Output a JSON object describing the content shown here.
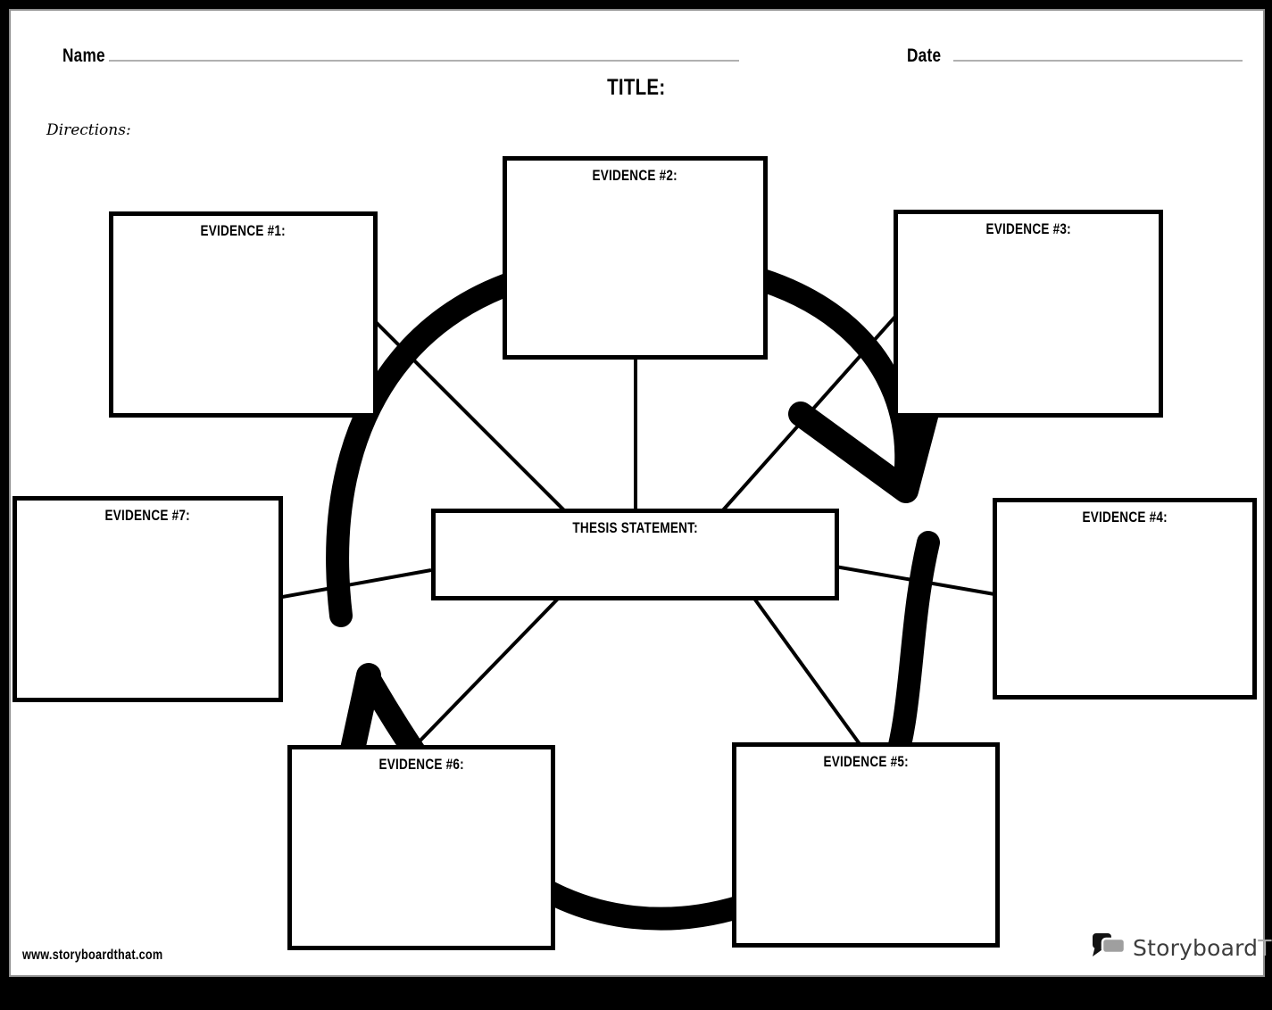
{
  "header": {
    "name_label": "Name",
    "date_label": "Date",
    "title_label": "TITLE:",
    "directions_label": "Directions:"
  },
  "diagram": {
    "thesis": {
      "label": "THESIS STATEMENT:"
    },
    "evidence_boxes": [
      {
        "label": "EVIDENCE #1:"
      },
      {
        "label": "EVIDENCE #2:"
      },
      {
        "label": "EVIDENCE #3:"
      },
      {
        "label": "EVIDENCE #4:"
      },
      {
        "label": "EVIDENCE #5:"
      },
      {
        "label": "EVIDENCE #6:"
      },
      {
        "label": "EVIDENCE #7:"
      }
    ]
  },
  "footer": {
    "website": "www.storyboardthat.com",
    "logo": {
      "primary": "Storyboard",
      "secondary": "That"
    }
  },
  "colors": {
    "ink": "#000000",
    "page": "#ffffff",
    "frame": "#000000",
    "rule_line": "#b0b0b0",
    "logo_primary": "#3d3d3d",
    "logo_secondary": "#a9a9a9"
  }
}
